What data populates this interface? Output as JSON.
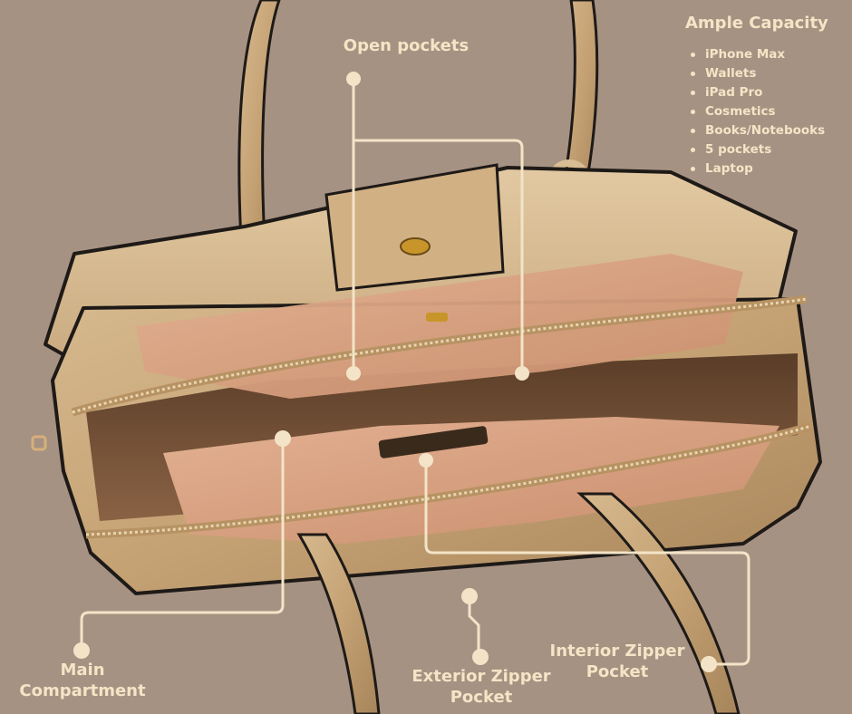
{
  "capacity": {
    "title": "Ample Capacity",
    "items": [
      "iPhone Max",
      "Wallets",
      "iPad Pro",
      "Cosmetics",
      "Books/Notebooks",
      "5 pockets",
      "Laptop"
    ]
  },
  "callouts": {
    "open_pockets": "Open pockets",
    "main_compartment": "Main Compartment",
    "exterior_zipper_pocket": "Exterior Zipper Pocket",
    "interior_zipper_pocket": "Interior Zipper Pocket"
  },
  "colors": {
    "background": "#a69283",
    "text": "#f6e4c6",
    "leader": "#f3e4c8",
    "bag_gold": "#c9a77a",
    "bag_trim": "#1e1a17",
    "lining": "#d9a585"
  }
}
